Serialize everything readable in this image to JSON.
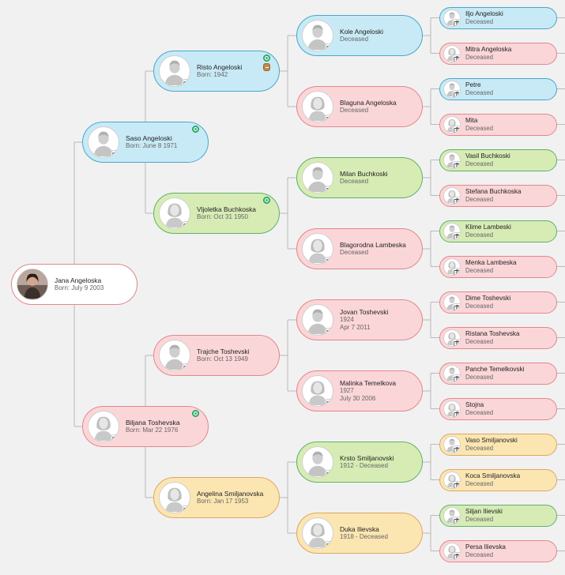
{
  "colors": {
    "blue_fill": "#c8eaf6",
    "blue_border": "#4aa6c9",
    "pink_fill": "#fbd6d8",
    "pink_border": "#e3868c",
    "green_fill": "#d7ecb5",
    "green_border": "#5fb06a",
    "yellow_fill": "#fbe6b2",
    "yellow_border": "#e0a560",
    "root_fill": "#ffffff",
    "root_border": "#e3868c",
    "line": "#b9b9b9"
  },
  "root": {
    "name": "Jana Angeloska",
    "lines": [
      "Born: July 9 2003"
    ],
    "color": "white",
    "photo": true,
    "father": {
      "name": "Saso Angeloski",
      "lines": [
        "Born: June 8 1971"
      ],
      "color": "blue",
      "badges": [
        "green"
      ],
      "father": {
        "name": "Risto Angeloski",
        "lines": [
          "Born: 1942"
        ],
        "color": "blue",
        "badges": [
          "green",
          "brown"
        ],
        "father": {
          "name": "Kole Angeloski",
          "lines": [
            "Deceased"
          ],
          "color": "blue",
          "father": {
            "name": "Iljo Angeloski",
            "lines": [
              "Deceased"
            ],
            "color": "blue"
          },
          "mother": {
            "name": "Mitra Angeloska",
            "lines": [
              "Deceased"
            ],
            "color": "pink"
          }
        },
        "mother": {
          "name": "Blaguna Angeloska",
          "lines": [
            "Deceased"
          ],
          "color": "pink",
          "father": {
            "name": "Petre",
            "lines": [
              "Deceased"
            ],
            "color": "blue"
          },
          "mother": {
            "name": "Mita",
            "lines": [
              "Deceased"
            ],
            "color": "pink"
          }
        }
      },
      "mother": {
        "name": "Vljoletka Buchkoska",
        "lines": [
          "Born: Oct 31 1950"
        ],
        "color": "green",
        "badges": [
          "green"
        ],
        "father": {
          "name": "Milan Buchkoski",
          "lines": [
            "Deceased"
          ],
          "color": "green",
          "father": {
            "name": "Vasil Buchkoski",
            "lines": [
              "Deceased"
            ],
            "color": "green"
          },
          "mother": {
            "name": "Stefana Buchkoska",
            "lines": [
              "Deceased"
            ],
            "color": "pink"
          }
        },
        "mother": {
          "name": "Blagorodna Lambeska",
          "lines": [
            "Deceased"
          ],
          "color": "pink",
          "father": {
            "name": "Klime Lambeski",
            "lines": [
              "Deceased"
            ],
            "color": "green"
          },
          "mother": {
            "name": "Menka Lambeska",
            "lines": [
              "Deceased"
            ],
            "color": "pink"
          }
        }
      }
    },
    "mother": {
      "name": "Biljana Toshevska",
      "lines": [
        "Born: Mar 22 1976"
      ],
      "color": "pink",
      "badges": [
        "green"
      ],
      "father": {
        "name": "Trajche Toshevski",
        "lines": [
          "Born: Oct 13 1949"
        ],
        "color": "pink",
        "father": {
          "name": "Jovan Toshevski",
          "lines": [
            "1924",
            "Apr 7 2011"
          ],
          "color": "pink",
          "father": {
            "name": "Dime Toshevski",
            "lines": [
              "Deceased"
            ],
            "color": "pink"
          },
          "mother": {
            "name": "Ristana Toshevska",
            "lines": [
              "Deceased"
            ],
            "color": "pink"
          }
        },
        "mother": {
          "name": "Malinka Temelkova",
          "lines": [
            "1927",
            "July 30 2006"
          ],
          "color": "pink",
          "father": {
            "name": "Panche Temelkovski",
            "lines": [
              "Deceased"
            ],
            "color": "pink"
          },
          "mother": {
            "name": "Stojna",
            "lines": [
              "Deceased"
            ],
            "color": "pink"
          }
        }
      },
      "mother": {
        "name": "Angelina Smiljanovska",
        "lines": [
          "Born: Jan 17 1953"
        ],
        "color": "yellow",
        "father": {
          "name": "Krsto Smiljanovski",
          "lines": [
            "1912 - Deceased"
          ],
          "color": "green",
          "father": {
            "name": "Vaso Smiljanovski",
            "lines": [
              "Deceased"
            ],
            "color": "yellow"
          },
          "mother": {
            "name": "Koca Smiljanovska",
            "lines": [
              "Deceased"
            ],
            "color": "yellow"
          }
        },
        "mother": {
          "name": "Duka Ilievska",
          "lines": [
            "1918 - Deceased"
          ],
          "color": "yellow",
          "father": {
            "name": "Siljan Ilievski",
            "lines": [
              "Deceased"
            ],
            "color": "green"
          },
          "mother": {
            "name": "Persa Ilievska",
            "lines": [
              "Deceased"
            ],
            "color": "pink"
          }
        }
      }
    }
  }
}
